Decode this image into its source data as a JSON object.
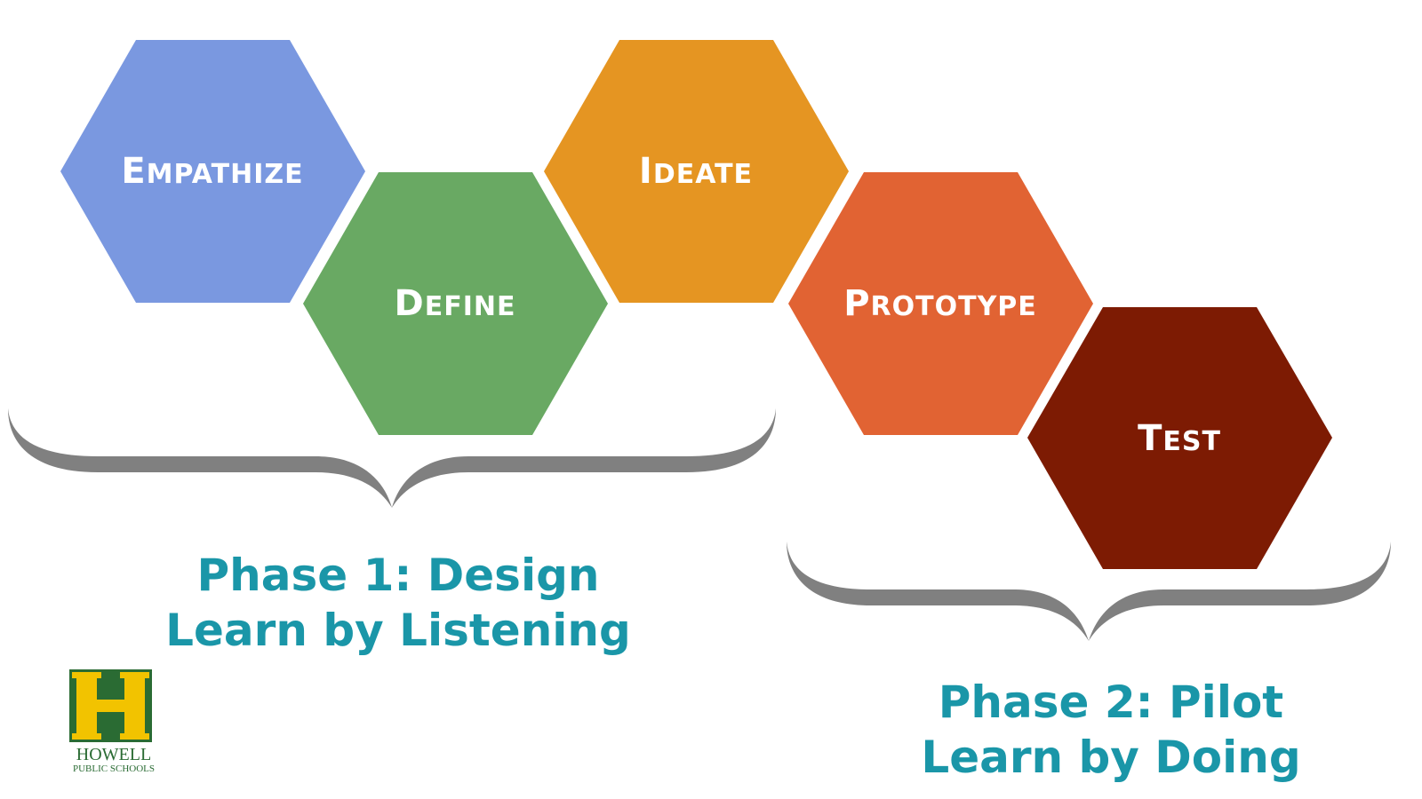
{
  "colors": {
    "empathize": "#7a98e0",
    "define": "#69a963",
    "ideate": "#e59522",
    "prototype": "#e16333",
    "test": "#7d1b03",
    "brace": "#808080",
    "phase_text": "#1a96a8",
    "logo_yellow": "#f2c300",
    "logo_green": "#2a6b33"
  },
  "hexagons": [
    {
      "cap": "E",
      "rest": "MPATHIZE",
      "color_key": "empathize"
    },
    {
      "cap": "D",
      "rest": "EFINE",
      "color_key": "define"
    },
    {
      "cap": "I",
      "rest": "DEATE",
      "color_key": "ideate"
    },
    {
      "cap": "P",
      "rest": "ROTOTYPE",
      "color_key": "prototype"
    },
    {
      "cap": "T",
      "rest": "EST",
      "color_key": "test"
    }
  ],
  "phase1": {
    "line1": "Phase 1: Design",
    "line2": "Learn by Listening"
  },
  "phase2": {
    "line1": "Phase 2: Pilot",
    "line2": "Learn by Doing"
  },
  "logo": {
    "letter": "H",
    "name": "HOWELL",
    "subtitle": "PUBLIC SCHOOLS"
  }
}
